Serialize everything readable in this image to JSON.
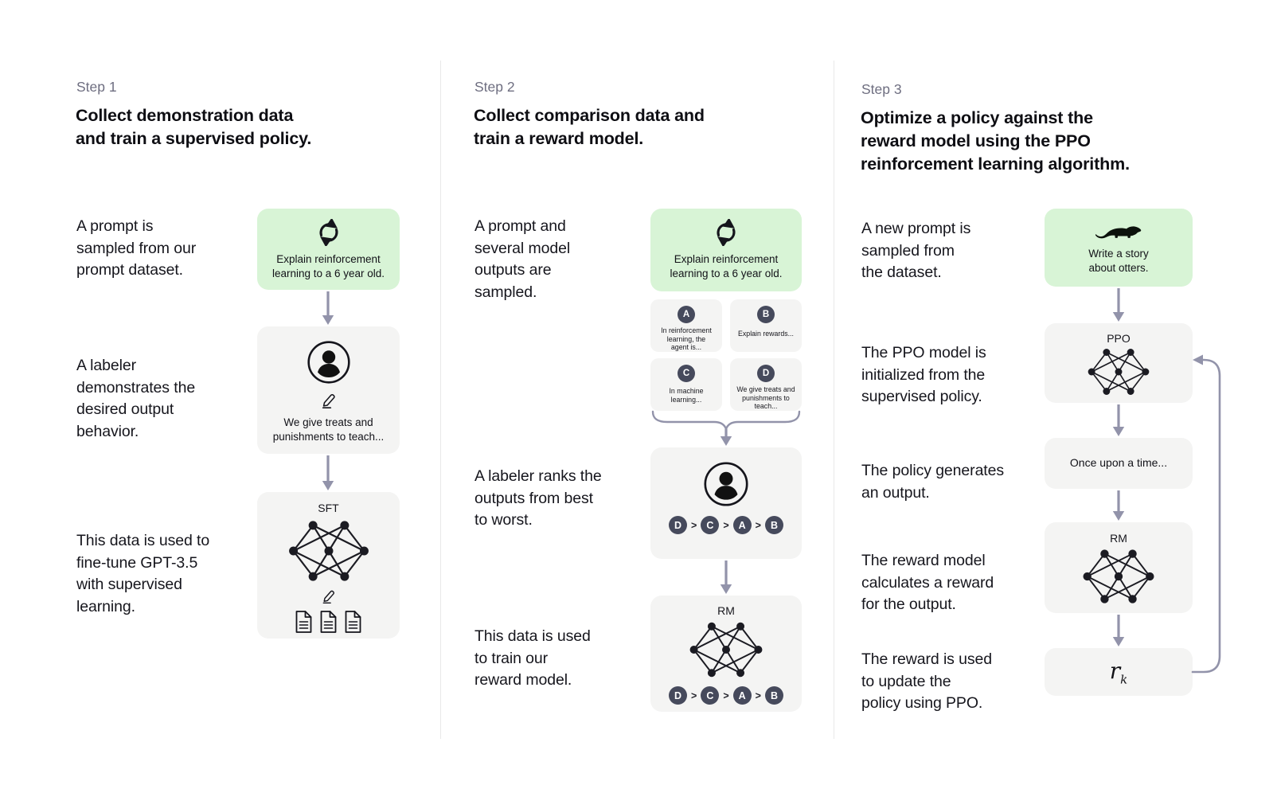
{
  "colors": {
    "background": "#ffffff",
    "green_box": "#d8f4d6",
    "gray_box": "#f4f4f3",
    "arrow": "#9293aa",
    "badge": "#464a5c",
    "divider": "#e8e8e8",
    "step_label": "#6e6e80",
    "text": "#1b1b22"
  },
  "icons": {
    "sampling": "cycle-refresh-icon",
    "labeler": "person-icon",
    "edit": "pencil-icon",
    "model": "neural-network-icon",
    "data": "documents-icon",
    "otter": "otter-icon"
  },
  "step1": {
    "label": "Step 1",
    "title": "Collect demonstration data\nand train a supervised policy.",
    "caption_prompt": "A prompt is\nsampled from our\nprompt dataset.",
    "caption_labeler": "A labeler\ndemonstrates the\ndesired output\nbehavior.",
    "caption_finetune": "This data is used to\nfine-tune GPT-3.5\nwith supervised\nlearning.",
    "prompt_box": {
      "text": "Explain reinforcement\nlearning to a 6 year old."
    },
    "labeler_box": {
      "text": "We give treats and\npunishments to teach..."
    },
    "sft_box": {
      "label": "SFT"
    }
  },
  "step2": {
    "label": "Step 2",
    "title": "Collect comparison data and\ntrain a reward model.",
    "caption_prompt": "A prompt and\nseveral model\noutputs are\nsampled.",
    "caption_rank": "A labeler ranks the\noutputs from best\nto worst.",
    "caption_train": "This data is used\nto train our\nreward model.",
    "prompt_box": {
      "text": "Explain reinforcement\nlearning to a 6 year old."
    },
    "outputs": [
      {
        "letter": "A",
        "text": "In reinforcement\nlearning, the\nagent is..."
      },
      {
        "letter": "B",
        "text": "Explain rewards..."
      },
      {
        "letter": "C",
        "text": "In machine\nlearning..."
      },
      {
        "letter": "D",
        "text": "We give treats and\npunishments to\nteach..."
      }
    ],
    "ranking": {
      "letters": [
        "D",
        "C",
        "A",
        "B"
      ],
      "separator": ">"
    },
    "rm_box": {
      "label": "RM"
    }
  },
  "step3": {
    "label": "Step 3",
    "title": "Optimize a policy against the\nreward model using the PPO\nreinforcement learning algorithm.",
    "caption_prompt": "A new prompt is\nsampled from\nthe dataset.",
    "caption_ppo": "The PPO model is\ninitialized from the\nsupervised policy.",
    "caption_output": "The policy generates\nan output.",
    "caption_reward": "The reward model\ncalculates a reward\nfor the output.",
    "caption_update": "The reward is used\nto update the\npolicy using PPO.",
    "prompt_box": {
      "text": "Write a story\nabout otters."
    },
    "ppo_box": {
      "label": "PPO"
    },
    "output_box": {
      "text": "Once upon a time..."
    },
    "rm_box": {
      "label": "RM"
    },
    "reward_box": {
      "base": "r",
      "sub": "k"
    }
  }
}
